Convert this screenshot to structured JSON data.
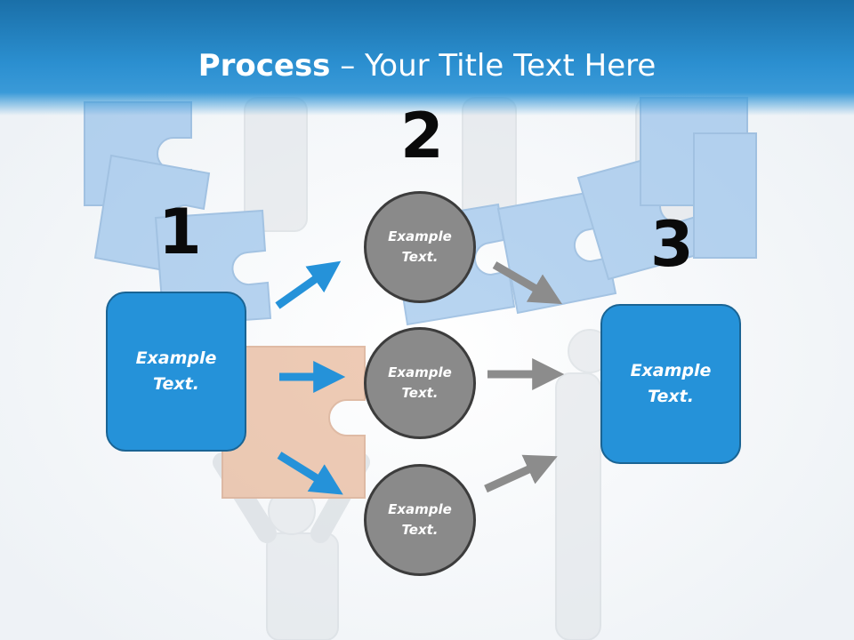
{
  "slide": {
    "title_bold": "Process",
    "title_rest": " – Your Title Text Here"
  },
  "steps": {
    "num1": "1",
    "num2": "2",
    "num3": "3"
  },
  "left_box": {
    "text": "Example Text."
  },
  "right_box": {
    "text": "Example Text."
  },
  "circles": [
    {
      "text": "Example Text."
    },
    {
      "text": "Example Text."
    },
    {
      "text": "Example Text."
    }
  ],
  "colors": {
    "header_blue": "#2b8fd0",
    "box_blue": "#2592d9",
    "circle_gray": "#8a8a8a",
    "arrow_blue": "#2592d9",
    "arrow_gray": "#8c8c8c"
  }
}
